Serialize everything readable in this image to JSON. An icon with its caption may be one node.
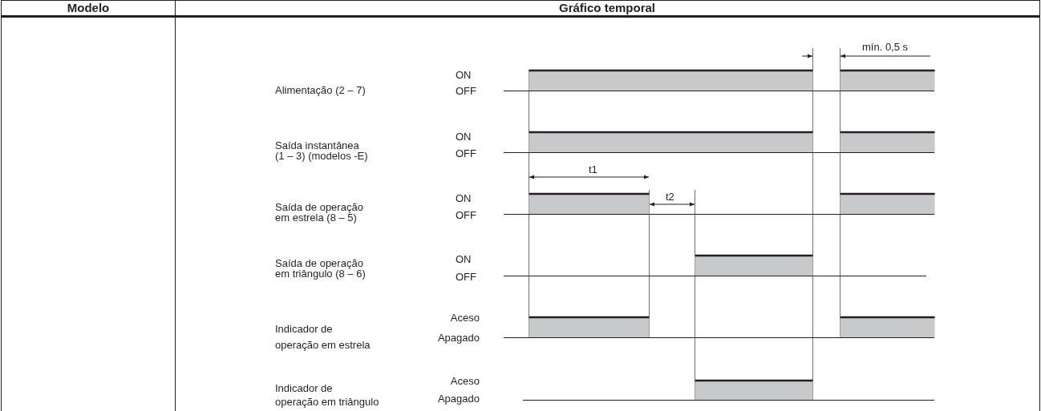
{
  "diagram": {
    "labels": [
      "Modelo",
      "Gráfico temporal",
      "mín. 0,5 s",
      "Alimentação (2 – 7)",
      "ON",
      "OFF",
      "Saída instantânea (1 – 3) (modelos -E)",
      "ON",
      "OFF",
      "t1",
      "Saída de operação em estrela (8 – 5)",
      "ON",
      "t2",
      "OFF",
      "Saída de operação em triângulo (8 – 6)",
      "ON",
      "OFF",
      "Indicador de operação em estrela",
      "Aceso",
      "Apagado",
      "Indicador de operação em triângulo",
      "Aceso",
      "Apagado"
    ]
  }
}
